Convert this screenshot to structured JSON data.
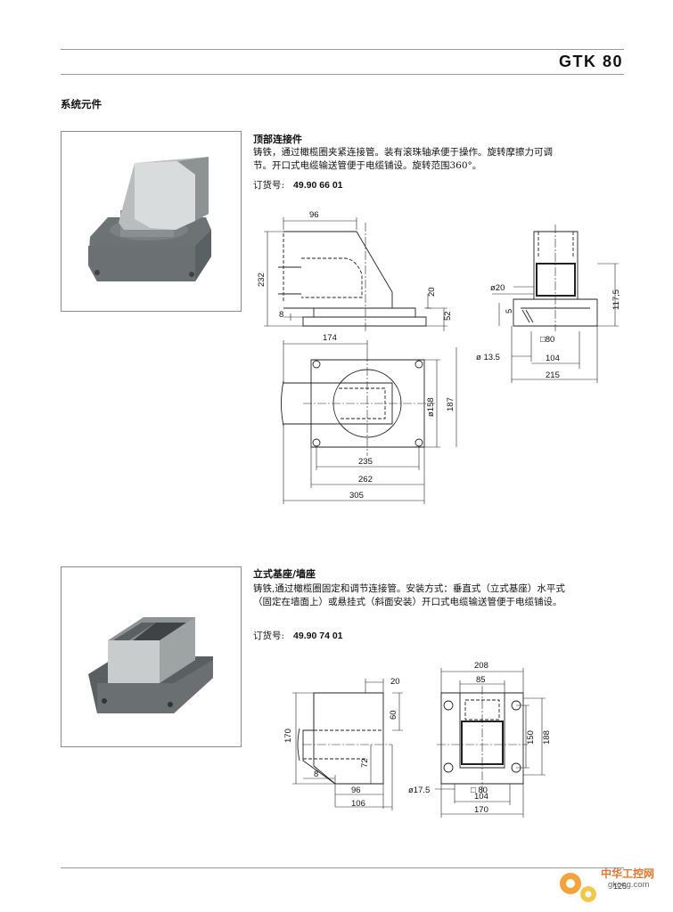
{
  "header": {
    "title": "GTK 80"
  },
  "section": {
    "title": "系统元件"
  },
  "products": [
    {
      "title": "顶部连接件",
      "description": "铸铁，通过橄榄圈夹紧连接管。装有滚珠轴承便于操作。旋转摩擦力可调节。开口式电缆输送管便于电缆铺设。旋转范围360°。",
      "order_label": "订货号:",
      "order_no": "49.90 66 01",
      "dims": {
        "side_96": "96",
        "side_232": "232",
        "side_8": "8",
        "side_20": "20",
        "side_52": "52",
        "front_d20": "ø20",
        "front_5": "5",
        "front_117": "117,5",
        "front_sq80": "□80",
        "front_d13": "ø 13.5",
        "front_104": "104",
        "front_215": "215",
        "top_174": "174",
        "top_d158": "ø158",
        "top_187": "187",
        "top_235": "235",
        "top_262": "262",
        "top_305": "305"
      }
    },
    {
      "title": "立式基座/墙座",
      "description": "铸铁,通过橄榄圈固定和调节连接管。安装方式：垂直式（立式基座）水平式（固定在墙面上）或悬挂式（斜面安装）开口式电缆输送管便于电缆铺设。",
      "order_label": "订货号:",
      "order_no": "49.90 74 01",
      "dims": {
        "side_20": "20",
        "side_60": "60",
        "side_170": "170",
        "side_72": "72",
        "side_8": "8",
        "side_96": "96",
        "side_106": "106",
        "front_208": "208",
        "front_85": "85",
        "front_150": "150",
        "front_188": "188",
        "front_d17": "ø17.5",
        "front_sq80": "□ 80",
        "front_104": "104",
        "front_170": "170"
      }
    }
  ],
  "footer": {
    "page": "125",
    "watermark_brand": "中华工控网",
    "watermark_site": "gkong.com"
  }
}
